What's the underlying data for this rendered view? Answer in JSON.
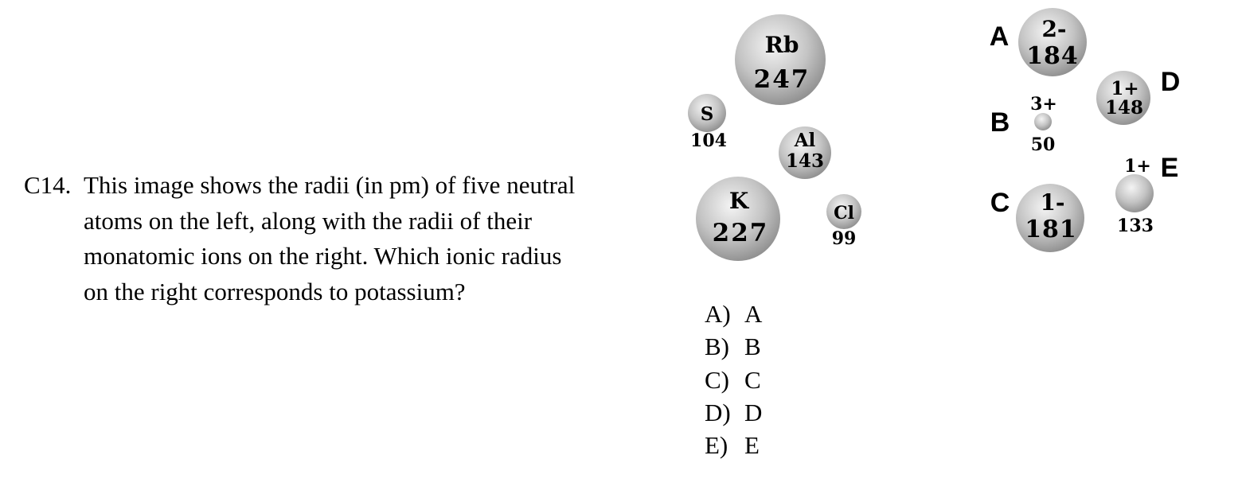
{
  "question": {
    "number": "C14.",
    "text": "This image shows the radii (in pm) of five neutral atoms on the left, along with the radii of their monatomic ions on the right. Which ionic radius on the right corresponds to potassium?"
  },
  "atoms": [
    {
      "symbol": "Rb",
      "radius": "247"
    },
    {
      "symbol": "S",
      "radius": "104"
    },
    {
      "symbol": "Al",
      "radius": "143"
    },
    {
      "symbol": "K",
      "radius": "227"
    },
    {
      "symbol": "Cl",
      "radius": "99"
    }
  ],
  "ions": [
    {
      "letter": "A",
      "charge": "2-",
      "radius": "184"
    },
    {
      "letter": "B",
      "charge": "3+",
      "radius": "50"
    },
    {
      "letter": "C",
      "charge": "1-",
      "radius": "181"
    },
    {
      "letter": "D",
      "charge": "1+",
      "radius": "148"
    },
    {
      "letter": "E",
      "charge": "1+",
      "radius": "133"
    }
  ],
  "choices": [
    {
      "label": "A)",
      "text": "A"
    },
    {
      "label": "B)",
      "text": "B"
    },
    {
      "label": "C)",
      "text": "C"
    },
    {
      "label": "D)",
      "text": "D"
    },
    {
      "label": "E)",
      "text": "E"
    }
  ]
}
